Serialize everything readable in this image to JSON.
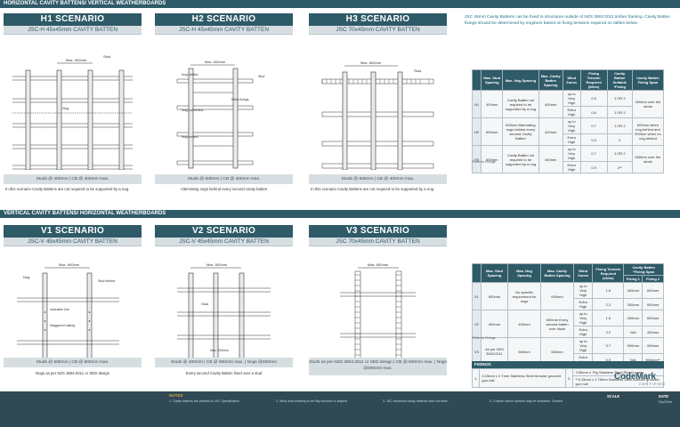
{
  "sections": {
    "top": "HORIZONTAL CAVITY BATTENS/ VERTICAL WEATHERBOARDS",
    "bottom": "VERTICAL CAVITY BATTENS/ HORIZONTAL WEATHERBOARDS"
  },
  "scenarios": [
    {
      "title": "H1 SCENARIO",
      "sub": "JSC-H 45x45mm CAVITY BATTEN",
      "caption": "Studs @ 400mm | CB @ 400mm max.",
      "note": "In this scenario Cavity Battens are not required to be supported by a nog.",
      "dim": "Max. 400mm",
      "labels": [
        "Stud",
        "Nog",
        "Max. 400mm"
      ]
    },
    {
      "title": "H2 SCENARIO",
      "sub": "JSC-H 45x45mm CAVITY BATTEN",
      "caption": "Studs @ 600mm | CB @ 400mm max.",
      "note": "Alternating nogs behind every second cavity batten",
      "dim": "Max. 600mm",
      "labels": [
        "Nog behind cavity batten",
        "Stud",
        "Nog not behind cavity batten",
        "Extra fixings to end studs / nogs of wall underlay",
        "Nog behind cavity batten"
      ]
    },
    {
      "title": "H3 SCENARIO",
      "sub": "JSC 70x45mm CAVITY BATTEN",
      "caption": "Studs @ 600mm | CB @ 400mm max.",
      "note": "In this scenario Cavity Battens are not required to be supported by a nog.",
      "dim": "Max. 600mm",
      "labels": [
        "Stud",
        "Max. 400mm"
      ]
    },
    {
      "title": "V1 SCENARIO",
      "sub": "JSC-V 45x45mm CAVITY BATTEN",
      "caption": "Studs @ 600mm | CB @ 600mm max.",
      "note": "Nogs as per NZS 3604:2011 or SED design",
      "dim": "Max. 600mm",
      "labels": [
        "Nog",
        "Stud behind cavity batten",
        "Indicative line of cladding fixings",
        "Staggered nailing pattern to achieve a straight fixing pattern of cladding fixings"
      ]
    },
    {
      "title": "V2 SCENARIO",
      "sub": "JSC-V 45x45mm CAVITY BATTEN",
      "caption": "Studs @ 400mm | CB @ 600mm max. | Nogs @400mm",
      "note": "Every second Cavity Batten fixed over a stud",
      "dim": "Max. 600mm",
      "labels": [
        "Stud",
        "Max. 600mm Every second batten over studs",
        "Max. 400mm"
      ]
    },
    {
      "title": "V3 SCENARIO",
      "sub": "JSC 70x45mm CAVITY BATTEN",
      "caption": "Studs as per NZS 3604:2011 or SED design | CB @ 600mm max. | Nogs @600mm max.",
      "note": "",
      "dim": "Max. 600mm",
      "labels": [
        "Max. 600mm"
      ]
    }
  ],
  "description": "JSC 45mm Cavity Battens can be fixed to structures outside of NZS 3604:2011 timber framing. Cavity Batten fixings should be determined by engineer based on fixing tensions required on tables below.",
  "table1": {
    "headers": [
      "",
      "Max. Stud Spacing",
      "Max. Nog Spacing",
      "Max. Cavity Batten Spacing",
      "Wind Zones",
      "Fixing Tension Required (kN/m)",
      "Cavity Batten Suitable *Fixing",
      "Cavity Batten Fixing Span"
    ],
    "rows": [
      [
        "H1",
        "400mm",
        "Cavity Batten not required to be supported by a nog",
        "400mm",
        "up to Very High",
        "0.5",
        "1 OR 2",
        "400mm over the studs"
      ],
      [
        "",
        "",
        "",
        "",
        "Extra High",
        "0.6",
        "1 OR 2",
        ""
      ],
      [
        "H2",
        "600mm",
        "600mm Alternating nogs behind every second Cavity Batten",
        "400mm",
        "up to Very High",
        "0.7",
        "1 OR 2",
        "600mm when nog behind and 900mm when no nog behind"
      ],
      [
        "",
        "",
        "",
        "",
        "Extra High",
        "0.9",
        "2",
        ""
      ],
      [
        "H3",
        "600mm",
        "Cavity Batten not required to be supported by a nog",
        "400mm",
        "up to Very High",
        "0.7",
        "1 OR 2",
        "600mm over the studs"
      ],
      [
        "",
        "",
        "",
        "",
        "Extra High",
        "0.9",
        "2**",
        ""
      ]
    ],
    "footnote": "*Refer to Fixings"
  },
  "table2": {
    "headers": [
      "",
      "Max. Stud Spacing",
      "Max. Nog Spacing",
      "Max. Cavity Batten Spacing",
      "Wind Zones",
      "Fixing Tension Required (kN/m)",
      "Cavity Batten *Fixing Span"
    ],
    "subheaders": [
      "Fixing 1",
      "Fixing 2"
    ],
    "rows": [
      [
        "V1",
        "600mm",
        "No specific requirement for nogs",
        "600mm",
        "up to Very High",
        "1.6",
        "400mm",
        "600mm"
      ],
      [
        "",
        "",
        "",
        "",
        "Extra High",
        "2.2",
        "300mm",
        "600mm"
      ],
      [
        "V2",
        "400mm",
        "400mm",
        "600mm Every second batten over studs",
        "up to Very High",
        "1.6",
        "400mm",
        "600mm"
      ],
      [
        "",
        "",
        "",
        "",
        "Extra High",
        "2.2",
        "N/A",
        "400mm"
      ],
      [
        "V3",
        "As per NZS 3604:2011",
        "600mm",
        "600mm",
        "up to Very High",
        "0.7",
        "900mm",
        "900mm"
      ],
      [
        "",
        "",
        "",
        "",
        "Extra High",
        "0.9",
        "N/A",
        "900mm**"
      ]
    ],
    "footnote": "*Refer to Fixings"
  },
  "fixings": {
    "heading": "FIXINGS:",
    "rows": [
      [
        "1.",
        "3.15mm x 2.7mm Stainless Steel Annular grooved gun nail",
        "2.",
        "3.55mm x 75g Stainless Steel Rinkel screw",
        "",
        ""
      ],
      [
        "",
        "",
        "",
        "**3.15mm x 2.75mm Stainless Steel Annular grooved gun nail",
        "",
        ""
      ]
    ]
  },
  "footer": {
    "notes_label": "NOTES",
    "notes": [
      "1.  Cavity battens are profiled to JSC Specification",
      "2.  Wind wall underlay to be fitly secured or stapled",
      "3.  JSC structural cavity battens have not been",
      "4.  Custom setout options may be available. Contact"
    ],
    "scale_label": "SCALE",
    "date_label": "DATE",
    "date_value": "Sep22/sh"
  },
  "logo": {
    "name": "CodeMark",
    "sub": "CERTIFIED"
  }
}
